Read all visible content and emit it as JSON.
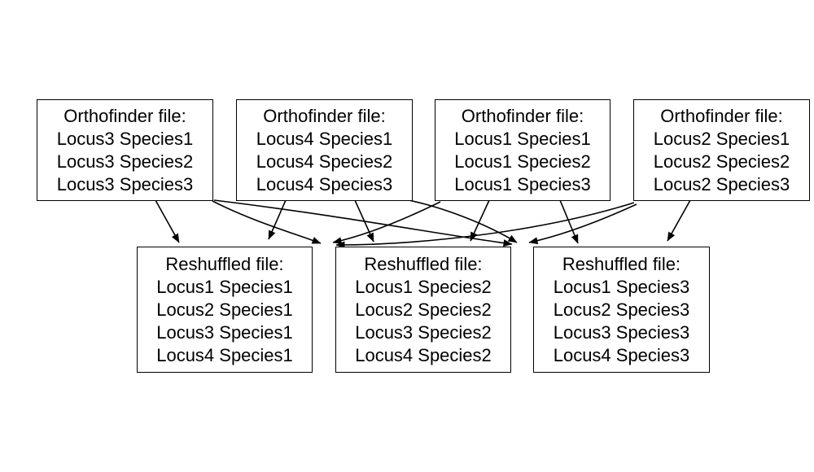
{
  "diagram": {
    "background_color": "#ffffff",
    "stroke_color": "#000000",
    "text_color": "#000000",
    "nodes": [
      {
        "id": "T1",
        "title": "Orthofinder file:",
        "lines": [
          "Locus3 Species1",
          "Locus3 Species2",
          "Locus3 Species3"
        ]
      },
      {
        "id": "T2",
        "title": "Orthofinder file:",
        "lines": [
          "Locus4 Species1",
          "Locus4 Species2",
          "Locus4 Species3"
        ]
      },
      {
        "id": "T3",
        "title": "Orthofinder file:",
        "lines": [
          "Locus1 Species1",
          "Locus1 Species2",
          "Locus1 Species3"
        ]
      },
      {
        "id": "T4",
        "title": "Orthofinder file:",
        "lines": [
          "Locus2 Species1",
          "Locus2 Species2",
          "Locus2 Species3"
        ]
      },
      {
        "id": "B1",
        "title": "Reshuffled file:",
        "lines": [
          "Locus1 Species1",
          "Locus2 Species1",
          "Locus3 Species1",
          "Locus4 Species1"
        ]
      },
      {
        "id": "B2",
        "title": "Reshuffled file:",
        "lines": [
          "Locus1 Species2",
          "Locus2 Species2",
          "Locus3 Species2",
          "Locus4 Species2"
        ]
      },
      {
        "id": "B3",
        "title": "Reshuffled file:",
        "lines": [
          "Locus1 Species3",
          "Locus2 Species3",
          "Locus3 Species3",
          "Locus4 Species3"
        ]
      }
    ],
    "edges": [
      {
        "from": "T1",
        "to": "B1"
      },
      {
        "from": "T1",
        "to": "B2"
      },
      {
        "from": "T1",
        "to": "B3"
      },
      {
        "from": "T2",
        "to": "B1"
      },
      {
        "from": "T2",
        "to": "B2"
      },
      {
        "from": "T2",
        "to": "B3"
      },
      {
        "from": "T3",
        "to": "B1"
      },
      {
        "from": "T3",
        "to": "B2"
      },
      {
        "from": "T3",
        "to": "B3"
      },
      {
        "from": "T4",
        "to": "B1"
      },
      {
        "from": "T4",
        "to": "B2"
      },
      {
        "from": "T4",
        "to": "B3"
      }
    ]
  }
}
